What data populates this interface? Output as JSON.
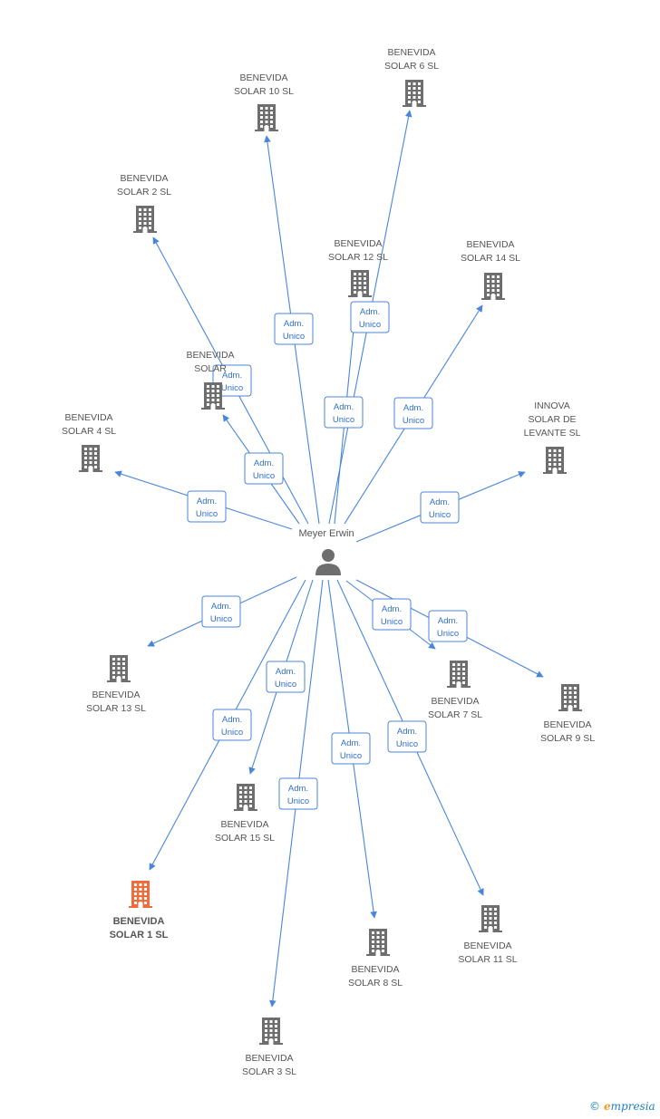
{
  "center": {
    "name": "Meyer Erwin",
    "icon": "person-icon"
  },
  "relation": {
    "line1": "Adm.",
    "line2": "Unico"
  },
  "colors": {
    "edge": "#4a86d8",
    "building": "#6e6e6e",
    "highlight": "#f26b3a"
  },
  "nodes": [
    {
      "id": "solar6",
      "lines": [
        "BENEVIDA",
        "SOLAR 6 SL"
      ],
      "highlight": false
    },
    {
      "id": "solar10",
      "lines": [
        "BENEVIDA",
        "SOLAR 10 SL"
      ],
      "highlight": false
    },
    {
      "id": "solar2",
      "lines": [
        "BENEVIDA",
        "SOLAR 2 SL"
      ],
      "highlight": false
    },
    {
      "id": "solar12",
      "lines": [
        "BENEVIDA",
        "SOLAR 12 SL"
      ],
      "highlight": false
    },
    {
      "id": "solar14",
      "lines": [
        "BENEVIDA",
        "SOLAR 14 SL"
      ],
      "highlight": false
    },
    {
      "id": "solar5",
      "lines": [
        "BENEVIDA",
        "SOLAR"
      ],
      "highlight": false
    },
    {
      "id": "solar4",
      "lines": [
        "BENEVIDA",
        "SOLAR 4 SL"
      ],
      "highlight": false
    },
    {
      "id": "innova",
      "lines": [
        "INNOVA",
        "SOLAR DE",
        "LEVANTE SL"
      ],
      "highlight": false
    },
    {
      "id": "solar13",
      "lines": [
        "BENEVIDA",
        "SOLAR 13 SL"
      ],
      "highlight": false
    },
    {
      "id": "solar7",
      "lines": [
        "BENEVIDA",
        "SOLAR 7 SL"
      ],
      "highlight": false
    },
    {
      "id": "solar9",
      "lines": [
        "BENEVIDA",
        "SOLAR 9 SL"
      ],
      "highlight": false
    },
    {
      "id": "solar15",
      "lines": [
        "BENEVIDA",
        "SOLAR 15 SL"
      ],
      "highlight": false
    },
    {
      "id": "solar1",
      "lines": [
        "BENEVIDA",
        "SOLAR 1 SL"
      ],
      "highlight": true
    },
    {
      "id": "solar11",
      "lines": [
        "BENEVIDA",
        "SOLAR 11 SL"
      ],
      "highlight": false
    },
    {
      "id": "solar8",
      "lines": [
        "BENEVIDA",
        "SOLAR 8 SL"
      ],
      "highlight": false
    },
    {
      "id": "solar3",
      "lines": [
        "BENEVIDA",
        "SOLAR 3 SL"
      ],
      "highlight": false
    }
  ],
  "brand": {
    "copyright": "©",
    "initial": "e",
    "rest": "mpresia"
  }
}
